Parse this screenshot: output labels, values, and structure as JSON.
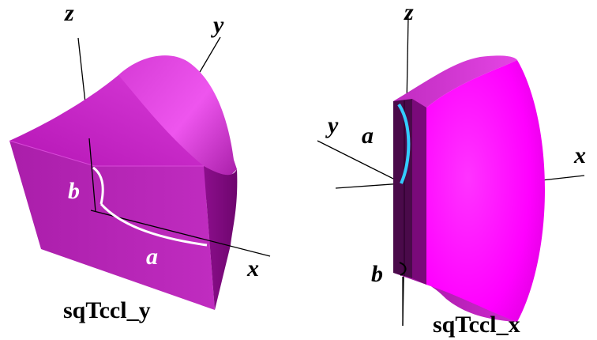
{
  "left_figure": {
    "caption": "sqTccl_y",
    "axis_x": "x",
    "axis_y": "y",
    "axis_z": "z",
    "curve_a": "a",
    "curve_b": "b",
    "curve_color": "#ffffff"
  },
  "right_figure": {
    "caption": "sqTccl_x",
    "axis_x": "x",
    "axis_y": "y",
    "axis_z": "z",
    "curve_a": "a",
    "curve_b": "b",
    "curve_color": "#33ccff"
  },
  "colors": {
    "magenta_bright": "#ff00ff",
    "magenta_mid": "#bb22bb",
    "magenta_dark": "#880088",
    "purple_darkest": "#4a0a4a"
  }
}
